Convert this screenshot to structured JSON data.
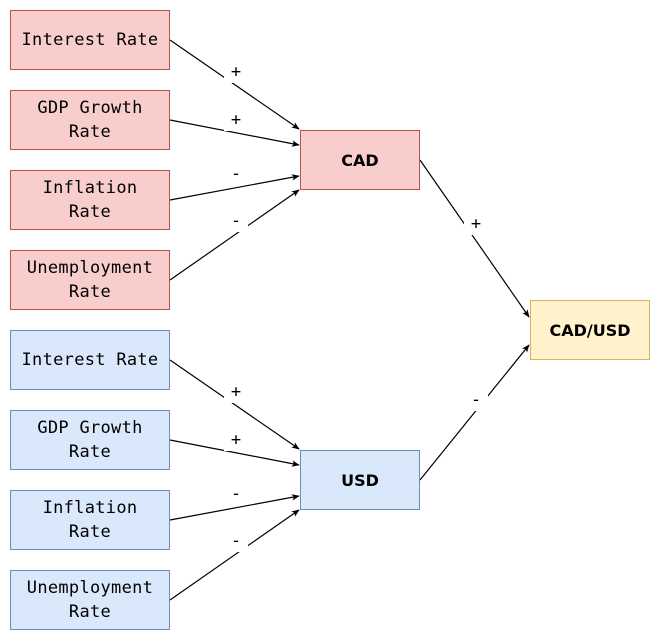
{
  "colors": {
    "cad_fill": "#f8cecc",
    "cad_border": "#b85450",
    "usd_fill": "#dae8fc",
    "usd_border": "#6c8ebf",
    "result_fill": "#fff2cc",
    "result_border": "#d6b656",
    "edge": "#000000"
  },
  "cad": {
    "label": "CAD",
    "factors": {
      "interest": "Interest Rate",
      "gdp_line1": "GDP Growth",
      "gdp_line2": "Rate",
      "inflation_line1": "Inflation",
      "inflation_line2": "Rate",
      "unemployment_line1": "Unemployment",
      "unemployment_line2": "Rate"
    }
  },
  "usd": {
    "label": "USD",
    "factors": {
      "interest": "Interest Rate",
      "gdp_line1": "GDP Growth",
      "gdp_line2": "Rate",
      "inflation_line1": "Inflation",
      "inflation_line2": "Rate",
      "unemployment_line1": "Unemployment",
      "unemployment_line2": "Rate"
    }
  },
  "result": {
    "label": "CAD/USD"
  },
  "signs": {
    "cad_interest": "+",
    "cad_gdp": "+",
    "cad_inflation": "-",
    "cad_unemployment": "-",
    "cad_to_pair": "+",
    "usd_interest": "+",
    "usd_gdp": "+",
    "usd_inflation": "-",
    "usd_unemployment": "-",
    "usd_to_pair": "-"
  }
}
